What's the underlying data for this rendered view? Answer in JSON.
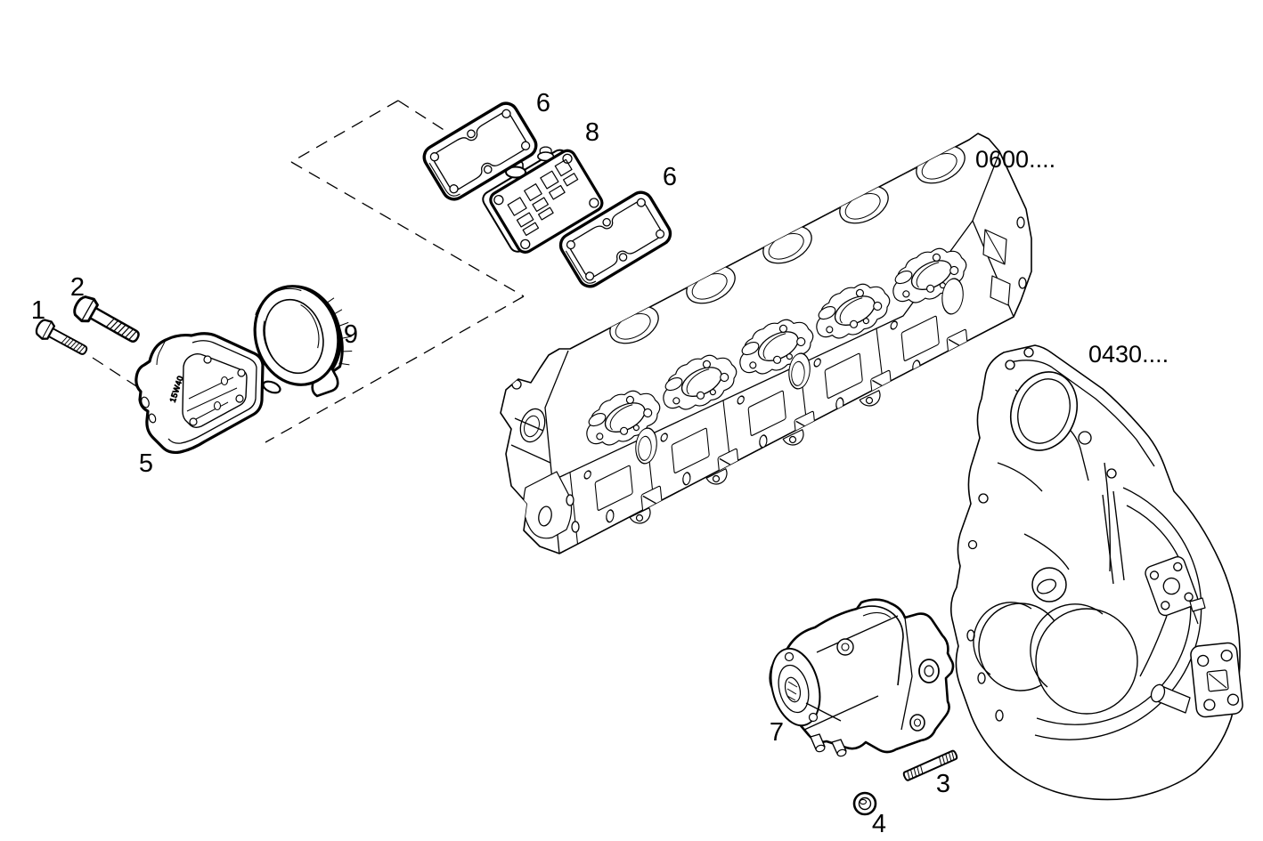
{
  "colors": {
    "background": "#ffffff",
    "line": "#000000"
  },
  "diagram": {
    "kind": "exploded-parts-line-drawing",
    "description": "Exploded view: cylinder head side cover, gaskets, electronic unit, seal clamp, starter motor, stud and nut with cylinder head and flywheel housing references",
    "callouts": [
      {
        "label": "1",
        "part": "hex-flange-bolt-short"
      },
      {
        "label": "2",
        "part": "hex-flange-bolt-long"
      },
      {
        "label": "3",
        "part": "threaded-stud"
      },
      {
        "label": "4",
        "part": "flange-nut"
      },
      {
        "label": "5",
        "part": "side-cover-housing"
      },
      {
        "label": "6",
        "part": "cover-gasket-upper"
      },
      {
        "label": "6",
        "part": "cover-gasket-lower"
      },
      {
        "label": "7",
        "part": "starter-motor"
      },
      {
        "label": "8",
        "part": "electronic-unit-plate"
      },
      {
        "label": "9",
        "part": "seal-clamp-ring"
      }
    ],
    "references": [
      {
        "label": "0600....",
        "part": "cylinder-head"
      },
      {
        "label": "0430....",
        "part": "flywheel-housing"
      }
    ],
    "markings": {
      "cover_casting_text": "15W40"
    }
  }
}
